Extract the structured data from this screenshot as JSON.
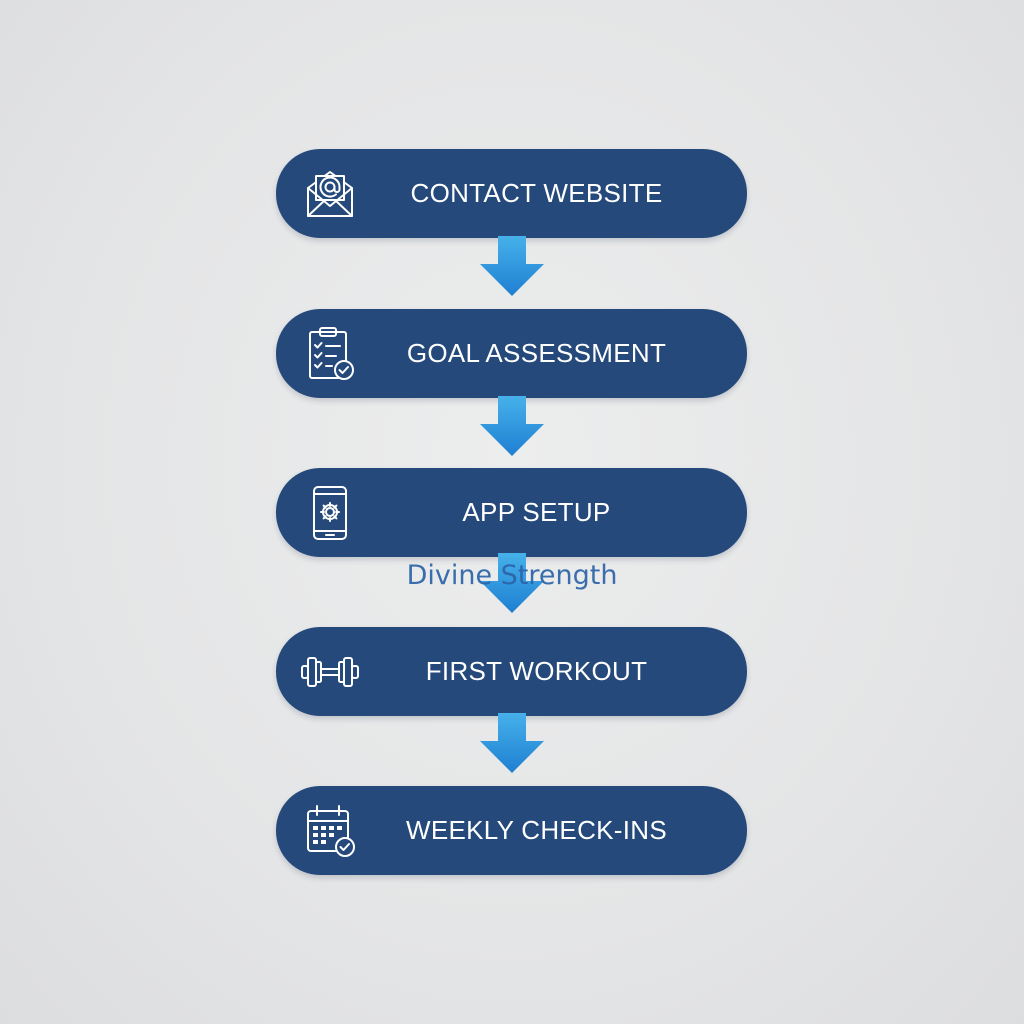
{
  "colors": {
    "background": "#e3e4e5",
    "step_fill": "#24497a",
    "step_text": "#ffffff",
    "arrow_top": "#3fa9e6",
    "arrow_bottom": "#1e7fd1",
    "watermark": "#2c63a8"
  },
  "steps": [
    {
      "label": "CONTACT WEBSITE",
      "icon": "envelope-at-icon"
    },
    {
      "label": "GOAL ASSESSMENT",
      "icon": "clipboard-check-icon"
    },
    {
      "label": "APP SETUP",
      "icon": "phone-gear-icon"
    },
    {
      "label": "FIRST WORKOUT",
      "icon": "dumbbell-icon"
    },
    {
      "label": "WEEKLY CHECK-INS",
      "icon": "calendar-check-icon"
    }
  ],
  "watermark": "Divine Strength"
}
